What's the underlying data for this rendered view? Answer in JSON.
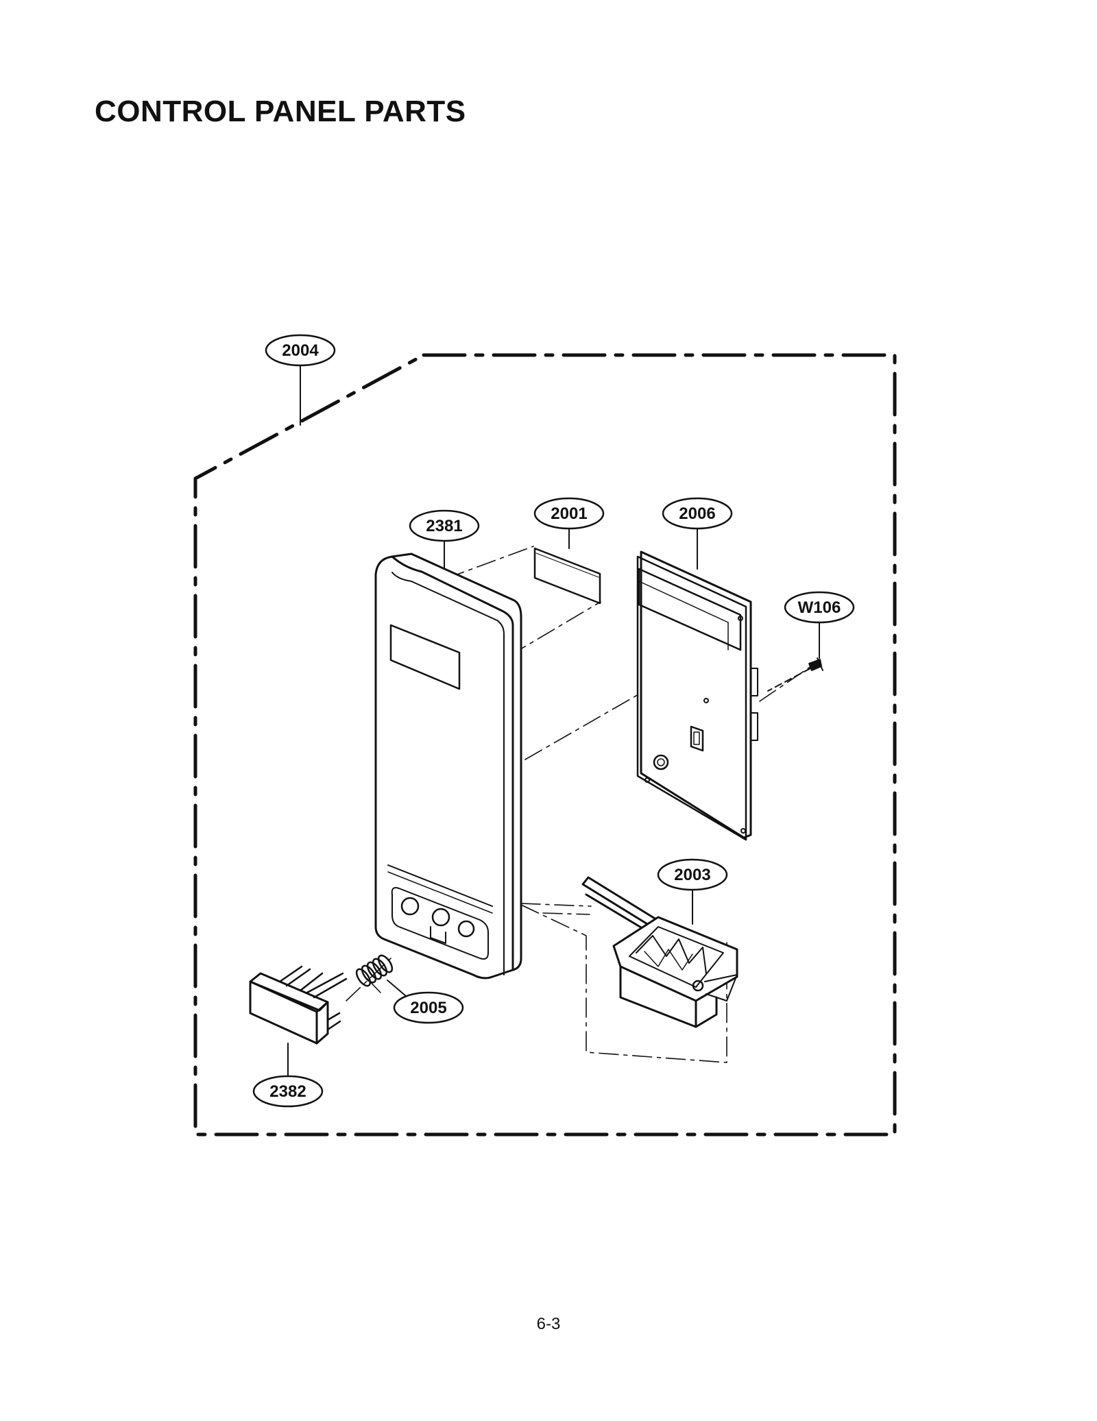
{
  "page": {
    "title": "CONTROL PANEL PARTS",
    "page_number": "6-3"
  },
  "callouts": {
    "c2004": "2004",
    "c2381": "2381",
    "c2001": "2001",
    "c2006": "2006",
    "cW106": "W106",
    "c2003": "2003",
    "c2005": "2005",
    "c2382": "2382"
  }
}
